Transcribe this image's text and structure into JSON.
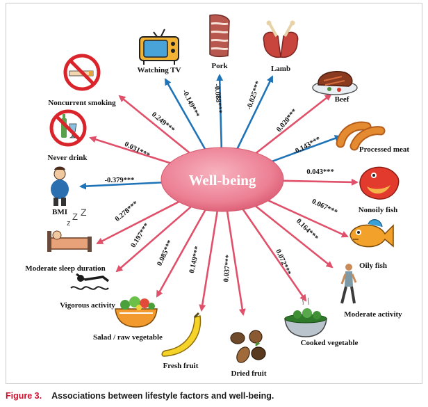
{
  "center": {
    "label": "Well-being"
  },
  "colors": {
    "positive": "#e0506a",
    "negative": "#1f73b7",
    "center_fill": "#ec7f93"
  },
  "nodes": [
    {
      "id": "watching-tv",
      "label": "Watching TV",
      "coef": "-0.149***",
      "sign": "negative",
      "icon": "tv-icon"
    },
    {
      "id": "pork",
      "label": "Pork",
      "coef": "-0.088***",
      "sign": "negative",
      "icon": "pork-icon"
    },
    {
      "id": "lamb",
      "label": "Lamb",
      "coef": "-0.025***",
      "sign": "negative",
      "icon": "lamb-icon"
    },
    {
      "id": "beef",
      "label": "Beef",
      "coef": "0.020***",
      "sign": "positive",
      "icon": "beef-icon"
    },
    {
      "id": "processed-meat",
      "label": "Processed meat",
      "coef": "-0.143***",
      "sign": "negative",
      "icon": "sausage-icon"
    },
    {
      "id": "nonoily-fish",
      "label": "Nonoily fish",
      "coef": "0.043***",
      "sign": "positive",
      "icon": "fish-icon"
    },
    {
      "id": "oily-fish",
      "label": "Oily fish",
      "coef": "0.067***",
      "sign": "positive",
      "icon": "oily-fish-icon"
    },
    {
      "id": "moderate-activity",
      "label": "Moderate activity",
      "coef": "0.164***",
      "sign": "positive",
      "icon": "walking-person-icon"
    },
    {
      "id": "cooked-vegetable",
      "label": "Cooked vegetable",
      "coef": "0.072***",
      "sign": "positive",
      "icon": "cooked-vegetable-icon"
    },
    {
      "id": "dried-fruit",
      "label": "Dried fruit",
      "coef": "0.037***",
      "sign": "positive",
      "icon": "nuts-icon"
    },
    {
      "id": "fresh-fruit",
      "label": "Fresh fruit",
      "coef": "0.149***",
      "sign": "positive",
      "icon": "banana-icon"
    },
    {
      "id": "salad",
      "label": "Salad / raw vegetable",
      "coef": "0.085***",
      "sign": "positive",
      "icon": "salad-icon"
    },
    {
      "id": "vigorous-activity",
      "label": "Vigorous activity",
      "coef": "0.197***",
      "sign": "positive",
      "icon": "swimmer-icon"
    },
    {
      "id": "sleep",
      "label": "Moderate sleep duration",
      "coef": "0.278***",
      "sign": "positive",
      "icon": "sleeping-person-icon"
    },
    {
      "id": "bmi",
      "label": "BMI",
      "coef": "-0.379***",
      "sign": "negative",
      "icon": "person-icon"
    },
    {
      "id": "never-drink",
      "label": "Never drink",
      "coef": "0.031***",
      "sign": "positive",
      "icon": "no-alcohol-icon"
    },
    {
      "id": "noncurrent-smoking",
      "label": "Noncurrent smoking",
      "coef": "0.249***",
      "sign": "positive",
      "icon": "no-smoking-icon"
    }
  ],
  "caption": {
    "figure": "Figure 3.",
    "text": "Associations between lifestyle factors and well-being."
  }
}
